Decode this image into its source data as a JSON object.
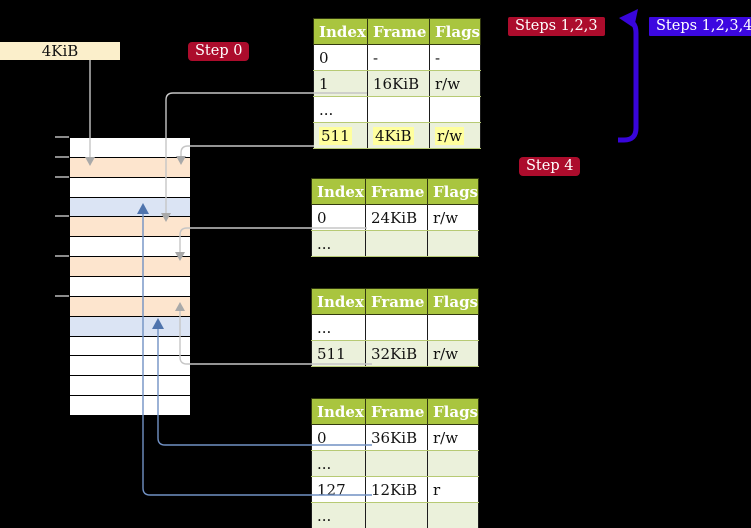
{
  "size_label": {
    "text": "4KiB"
  },
  "badges": {
    "step0": "Step 0",
    "steps123": "Steps 1,2,3",
    "steps1234": "Steps 1,2,3,4",
    "step4": "Step 4"
  },
  "palette": {
    "badge_red": "#ac0c2c",
    "badge_blue": "#3c08e0",
    "size_box_bg": "#fbefcb",
    "table_header_green": "#a9c53f",
    "table_row_green": "#ebf1db",
    "highlight_yellow": "#ffff9e",
    "frame_page_table": "#fde5ce",
    "frame_mapped_page": "#dbe4f4",
    "frame_empty": "#ffffff",
    "gray_arrow": "#c6c6c6",
    "blue_arrow": "#7191c4",
    "big_loop_arrow": "#3805da"
  },
  "memory_stack": {
    "rows": [
      {
        "color": "#ffffff"
      },
      {
        "color": "#fde5ce"
      },
      {
        "color": "#ffffff"
      },
      {
        "color": "#dbe4f4"
      },
      {
        "color": "#fde5ce"
      },
      {
        "color": "#ffffff"
      },
      {
        "color": "#fde5ce"
      },
      {
        "color": "#ffffff"
      },
      {
        "color": "#fde5ce"
      },
      {
        "color": "#dbe4f4"
      },
      {
        "color": "#ffffff"
      },
      {
        "color": "#ffffff"
      },
      {
        "color": "#ffffff"
      },
      {
        "color": "#ffffff"
      }
    ]
  },
  "tables": [
    {
      "headers": [
        "Index",
        "Frame",
        "Flags"
      ],
      "rows": [
        [
          "0",
          "-",
          "-"
        ],
        [
          "1",
          "16KiB",
          "r/w"
        ],
        [
          "...",
          "",
          ""
        ],
        [
          "511",
          "4KiB",
          "r/w"
        ]
      ]
    },
    {
      "headers": [
        "Index",
        "Frame",
        "Flags"
      ],
      "rows": [
        [
          "0",
          "24KiB",
          "r/w"
        ],
        [
          "...",
          "",
          ""
        ]
      ]
    },
    {
      "headers": [
        "Index",
        "Frame",
        "Flags"
      ],
      "rows": [
        [
          "...",
          "",
          ""
        ],
        [
          "511",
          "32KiB",
          "r/w"
        ]
      ]
    },
    {
      "headers": [
        "Index",
        "Frame",
        "Flags"
      ],
      "rows": [
        [
          "0",
          "36KiB",
          "r/w"
        ],
        [
          "...",
          "",
          ""
        ],
        [
          "127",
          "12KiB",
          "r"
        ],
        [
          "...",
          "",
          ""
        ]
      ]
    }
  ]
}
